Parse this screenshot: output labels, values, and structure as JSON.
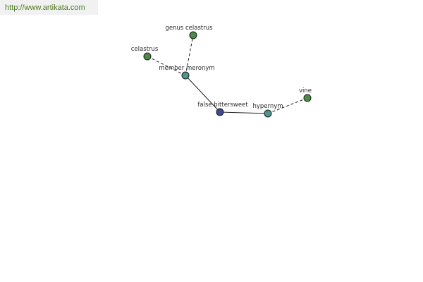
{
  "source": {
    "url_text": "http://www.artikata.com"
  },
  "colors": {
    "root": "#3c4a8f",
    "relation": "#4d9590",
    "term": "#4b8b45",
    "source_text": "#4d7a1f"
  },
  "nodes": {
    "root": "false bittersweet",
    "member_meronym": "member meronym",
    "hypernym": "hypernym",
    "celastrus": "celastrus",
    "genus_celastrus": "genus celastrus",
    "vine": "vine"
  }
}
